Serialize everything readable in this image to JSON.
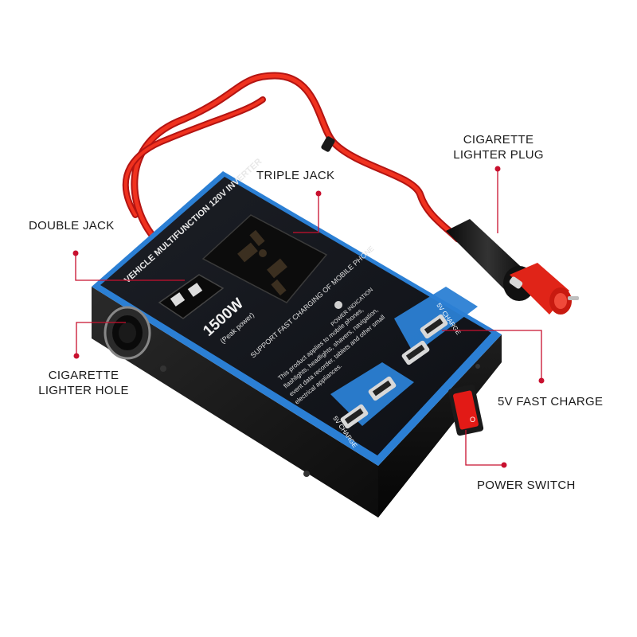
{
  "callouts": {
    "triple_jack": "TRIPLE JACK",
    "double_jack": "DOUBLE JACK",
    "cigarette_plug_line1": "CIGARETTE",
    "cigarette_plug_line2": "LIGHTER PLUG",
    "cigarette_hole_line1": "CIGARETTE",
    "cigarette_hole_line2": "LIGHTER HOLE",
    "fast_charge": "5V FAST CHARGE",
    "power_switch": "POWER SWITCH"
  },
  "product_print": {
    "header": "VEHICLE MULTIFUNCTION 120V INVERTER",
    "wattage": "1500W",
    "peak": "(Peak power)",
    "support": "SUPPORT FAST CHARGING OF MOBILE PHONE",
    "indicator": "POWER INDICATION",
    "desc1": "This product applies to mobile phones,",
    "desc2": "flashlights, headlights, shavers, navigation,",
    "desc3": "event data recorder, tablets and other small",
    "desc4": "electrical appliances.",
    "usb_label": "5V CHARGE",
    "switch_mark": "O"
  },
  "colors": {
    "callout_dot": "#c8102e",
    "cable_red": "#e8231c",
    "panel_blue": "#2b7fd4",
    "body_black": "#151515"
  }
}
